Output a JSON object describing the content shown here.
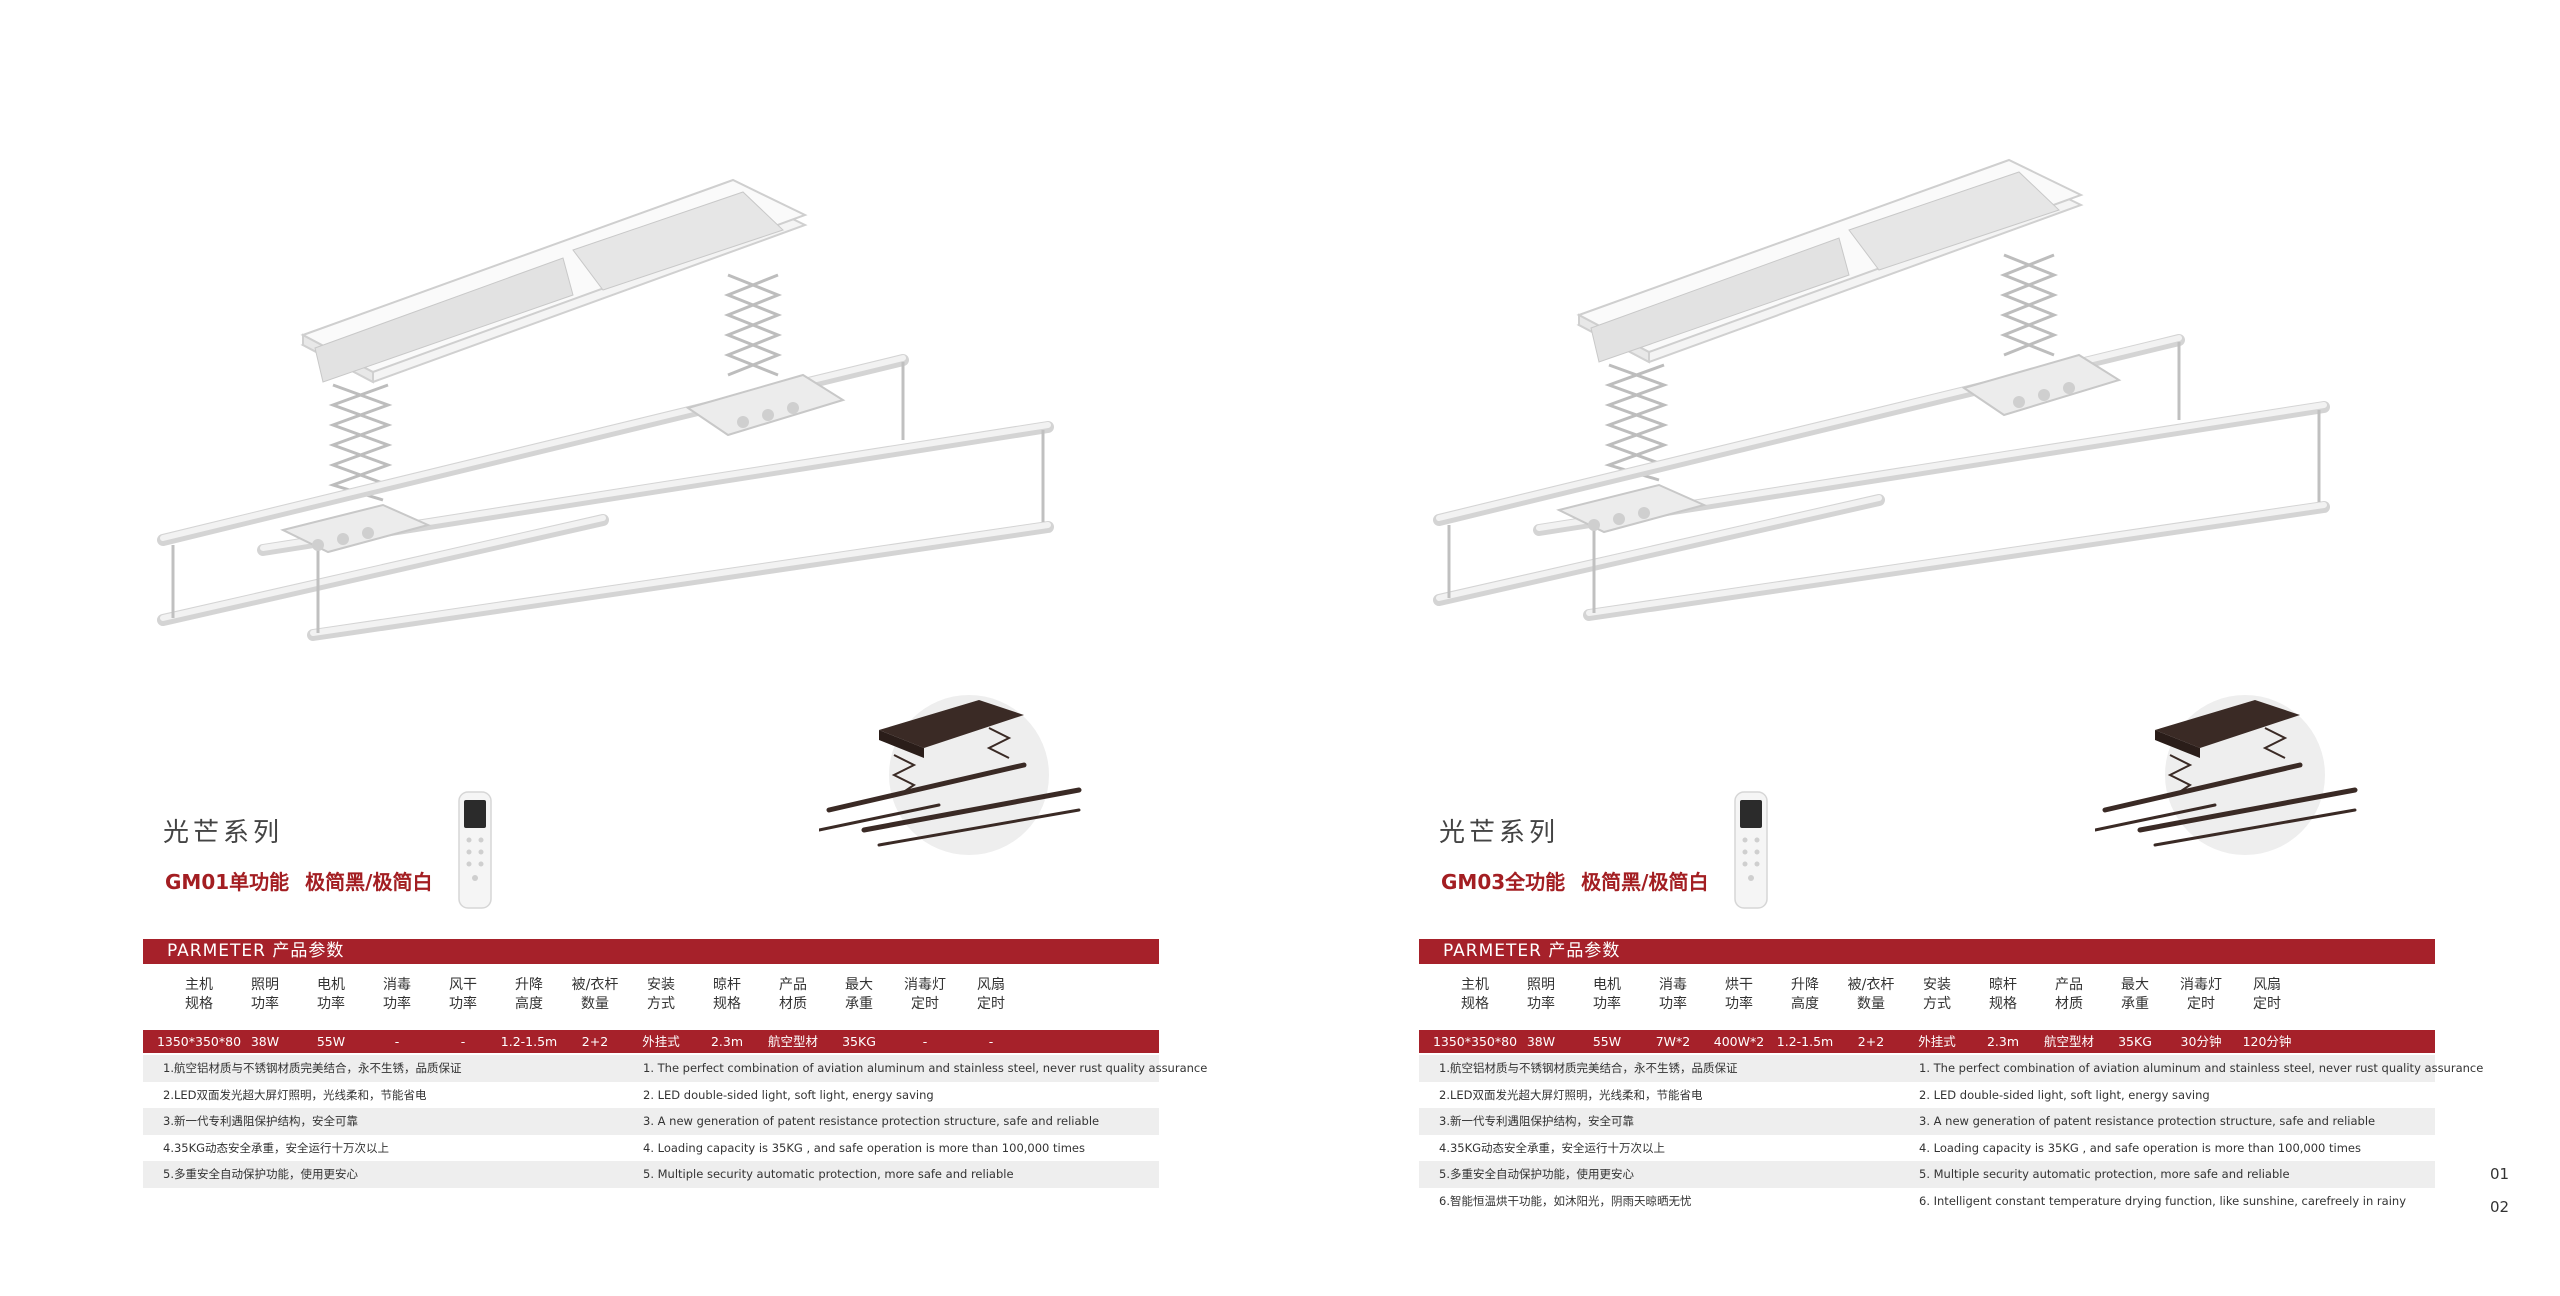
{
  "pages": [
    {
      "series": "光芒系列",
      "model": "GM01单功能",
      "colors": "极简黑/极简白",
      "param_title": "PARMETER 产品参数",
      "headers": [
        [
          "主机",
          "规格"
        ],
        [
          "照明",
          "功率"
        ],
        [
          "电机",
          "功率"
        ],
        [
          "消毒",
          "功率"
        ],
        [
          "风干",
          "功率"
        ],
        [
          "升降",
          "高度"
        ],
        [
          "被/衣杆",
          "数量"
        ],
        [
          "安装",
          "方式"
        ],
        [
          "晾杆",
          "规格"
        ],
        [
          "产品",
          "材质"
        ],
        [
          "最大",
          "承重"
        ],
        [
          "消毒灯",
          "定时"
        ],
        [
          "风扇",
          "定时"
        ]
      ],
      "values": [
        "1350*350*80",
        "38W",
        "55W",
        "-",
        "-",
        "1.2-1.5m",
        "2+2",
        "外挂式",
        "2.3m",
        "航空型材",
        "35KG",
        "-",
        "-"
      ],
      "features": [
        {
          "zh": "1.航空铝材质与不锈钢材质完美结合，永不生锈，品质保证",
          "en": "1. The perfect combination of aviation aluminum and stainless steel, never rust quality assurance"
        },
        {
          "zh": "2.LED双面发光超大屏灯照明，光线柔和，节能省电",
          "en": "2. LED double-sided light, soft light, energy saving"
        },
        {
          "zh": "3.新一代专利遇阻保护结构，安全可靠",
          "en": "3. A new generation of patent resistance protection structure, safe and reliable"
        },
        {
          "zh": "4.35KG动态安全承重，安全运行十万次以上",
          "en": "4. Loading capacity is 35KG , and safe operation is more than 100,000 times"
        },
        {
          "zh": "5.多重安全自动保护功能，使用更安心",
          "en": "5. Multiple security automatic protection, more safe and reliable"
        }
      ]
    },
    {
      "series": "光芒系列",
      "model": "GM03全功能",
      "colors": "极简黑/极简白",
      "param_title": "PARMETER 产品参数",
      "headers": [
        [
          "主机",
          "规格"
        ],
        [
          "照明",
          "功率"
        ],
        [
          "电机",
          "功率"
        ],
        [
          "消毒",
          "功率"
        ],
        [
          "烘干",
          "功率"
        ],
        [
          "升降",
          "高度"
        ],
        [
          "被/衣杆",
          "数量"
        ],
        [
          "安装",
          "方式"
        ],
        [
          "晾杆",
          "规格"
        ],
        [
          "产品",
          "材质"
        ],
        [
          "最大",
          "承重"
        ],
        [
          "消毒灯",
          "定时"
        ],
        [
          "风扇",
          "定时"
        ]
      ],
      "values": [
        "1350*350*80",
        "38W",
        "55W",
        "7W*2",
        "400W*2",
        "1.2-1.5m",
        "2+2",
        "外挂式",
        "2.3m",
        "航空型材",
        "35KG",
        "30分钟",
        "120分钟"
      ],
      "features": [
        {
          "zh": "1.航空铝材质与不锈钢材质完美结合，永不生锈，品质保证",
          "en": "1. The perfect combination of aviation aluminum and stainless steel, never rust quality assurance"
        },
        {
          "zh": "2.LED双面发光超大屏灯照明，光线柔和，节能省电",
          "en": "2. LED double-sided light, soft light, energy saving"
        },
        {
          "zh": "3.新一代专利遇阻保护结构，安全可靠",
          "en": "3. A new generation of patent resistance protection structure, safe and reliable"
        },
        {
          "zh": "4.35KG动态安全承重，安全运行十万次以上",
          "en": "4. Loading capacity is 35KG , and safe operation is more than 100,000 times"
        },
        {
          "zh": "5.多重安全自动保护功能，使用更安心",
          "en": "5. Multiple security automatic protection, more safe and reliable"
        },
        {
          "zh": "6.智能恒温烘干功能，如沐阳光，阴雨天晾晒无忧",
          "en": "6. Intelligent constant temperature drying function, like sunshine, carefreely in rainy"
        }
      ]
    }
  ],
  "page_numbers": [
    "01",
    "02"
  ],
  "colors": {
    "accent": "#a6212a",
    "model_text": "#a31e22",
    "stripe": "#eeeeee",
    "thumb_dark": "#3a2a25"
  }
}
